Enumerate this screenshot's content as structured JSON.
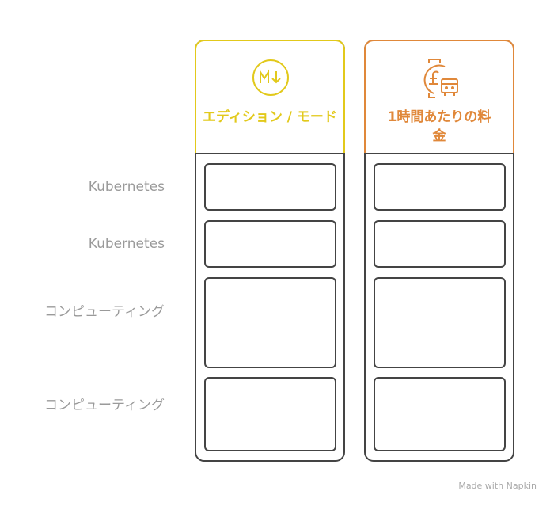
{
  "columns": [
    {
      "title": "エディション / モード",
      "icon": "markdown-icon",
      "color": "#e2c91b"
    },
    {
      "title": "1時間あたりの料金",
      "icon": "price-watch-icon",
      "color": "#e0883a"
    }
  ],
  "rows": [
    {
      "label": "Kubernetes"
    },
    {
      "label": "Kubernetes"
    },
    {
      "label": "コンピューティング"
    },
    {
      "label": "コンピューティング"
    }
  ],
  "footer": {
    "text": "Made with Napkin"
  }
}
